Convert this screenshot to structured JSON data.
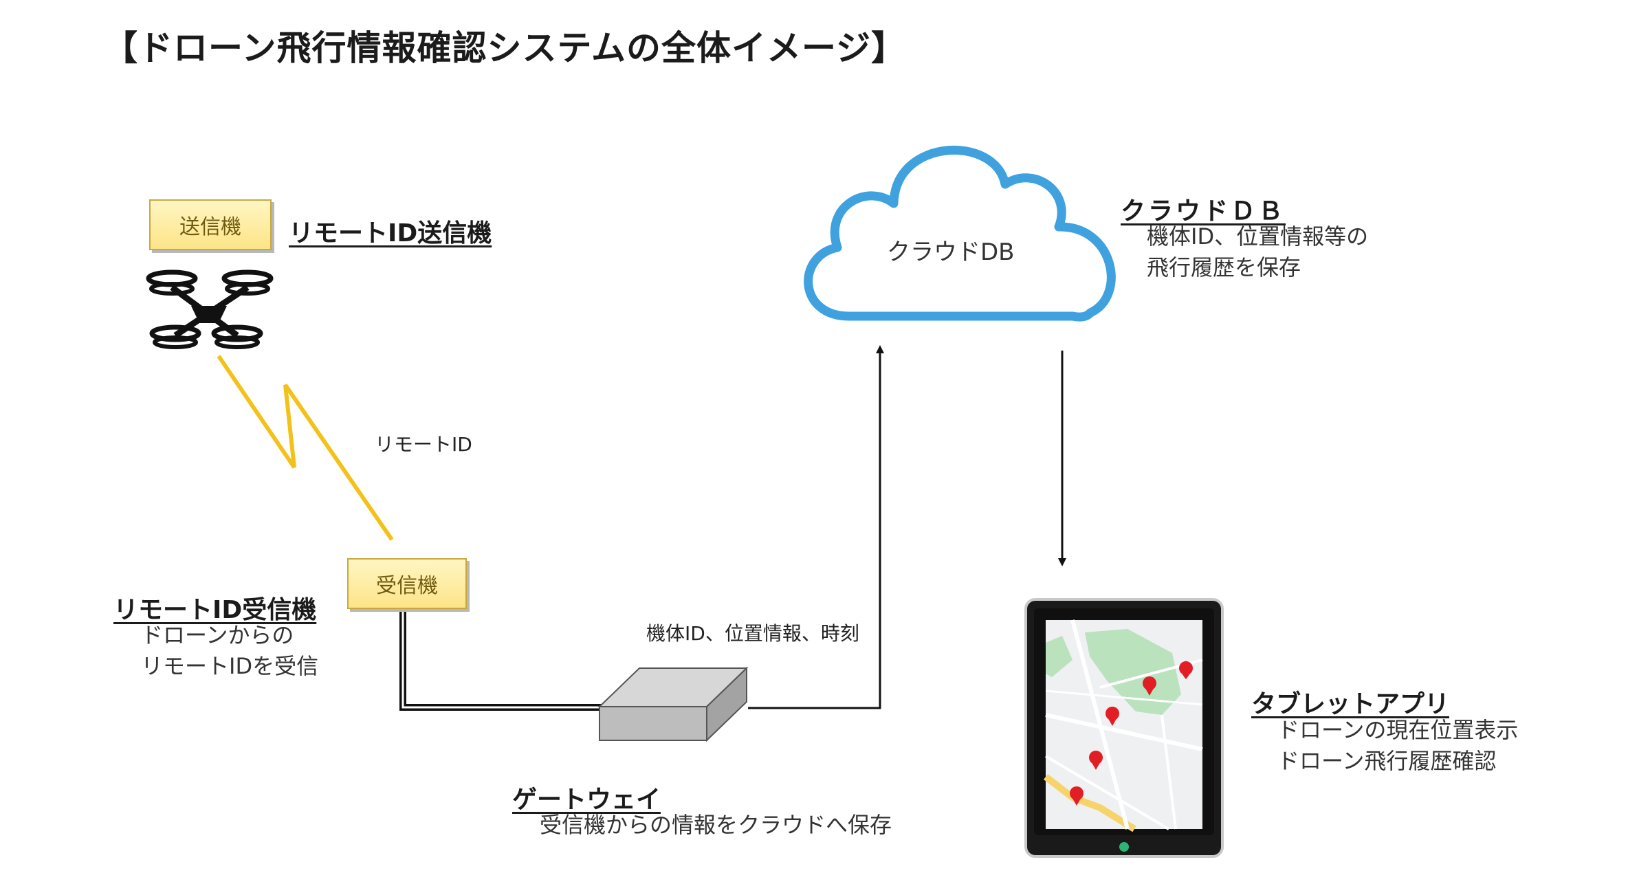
{
  "title": "【ドローン飛行情報確認システムの全体イメージ】",
  "transmitter": {
    "tag": "送信機",
    "heading": "リモートID送信機"
  },
  "signal_label": "リモートID",
  "receiver": {
    "tag": "受信機",
    "heading": "リモートID受信機",
    "desc": [
      "ドローンからの",
      "リモートIDを受信"
    ]
  },
  "gateway": {
    "heading": "ゲートウェイ",
    "desc": "受信機からの情報をクラウドへ保存",
    "data_label": "機体ID、位置情報、時刻"
  },
  "cloud": {
    "label": "クラウドDB",
    "heading": "クラウドＤＢ",
    "desc": [
      "機体ID、位置情報等の",
      "飛行履歴を保存"
    ]
  },
  "tablet": {
    "heading": "タブレットアプリ",
    "desc": [
      "ドローンの現在位置表示",
      "ドローン飛行履歴確認"
    ]
  },
  "colors": {
    "cloud": "#3fa1dd",
    "signal": "#f2c21b",
    "pin": "#e01e24",
    "map_park": "#b9e2bd",
    "map_road": "#f6d36b"
  }
}
